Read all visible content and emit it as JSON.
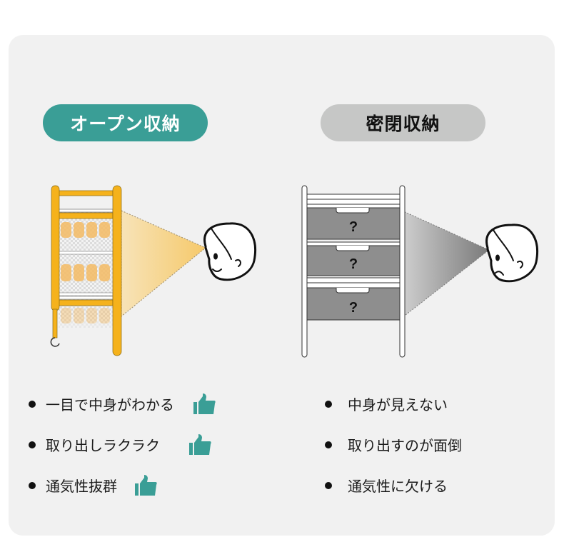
{
  "colors": {
    "accent": "#3a9e96",
    "shelf_yellow": "#f5b21c",
    "closed_pill": "#c6c7c6",
    "drawer_gray": "#8e8e8e",
    "card_bg": "#f1f1f1"
  },
  "open_storage": {
    "title": "オープン収納",
    "merits": [
      {
        "text": "一目で中身がわかる",
        "icon": "thumbs-up-icon"
      },
      {
        "text": "取り出しラクラク",
        "icon": "thumbs-up-icon"
      },
      {
        "text": "通気性抜群",
        "icon": "thumbs-up-icon"
      }
    ],
    "illustration": {
      "shelf": "open-shelf-illustration",
      "face": "smiling-face-illustration"
    }
  },
  "closed_storage": {
    "title": "密閉収納",
    "drawer_mark": "?",
    "demerits": [
      {
        "text": "中身が見えない"
      },
      {
        "text": "取り出すのが面倒"
      },
      {
        "text": "通気性に欠ける"
      }
    ],
    "illustration": {
      "shelf": "drawer-cabinet-illustration",
      "face": "worried-face-illustration"
    }
  }
}
